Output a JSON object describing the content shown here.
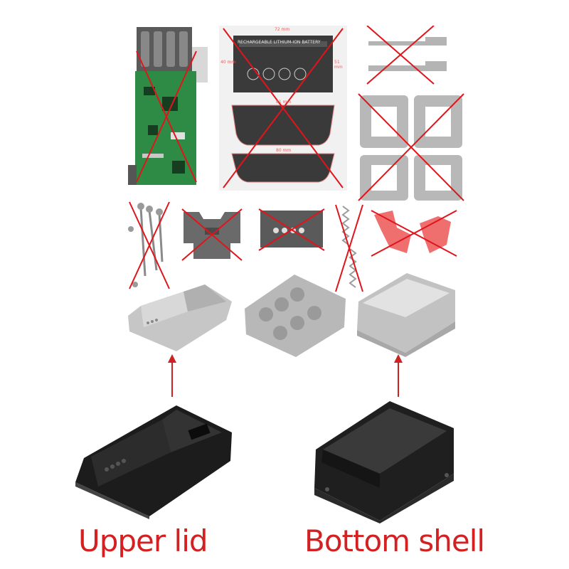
{
  "labels": {
    "upper_lid": "Upper lid",
    "bottom_shell": "Bottom shell"
  },
  "colors": {
    "label": "#d42020",
    "cross": "#e0151b",
    "arrow": "#cc2222",
    "pcb": "#2e8b45",
    "lid_black": "#1c1c1c",
    "faded_part": "#b5b5b5",
    "connector_red": "#ef6f6f"
  },
  "sticker": {
    "heading": "RECHARGEABLE LITHIUM-ION BATTERY",
    "dim_top": "72 mm",
    "dim_left": "40 mm",
    "dim_right": "51 mm",
    "dim_mid": "81 mm",
    "dim_bottom": "80 mm"
  },
  "icons": [
    "pcb-board-icon",
    "label-sticker-icon",
    "nickel-strip-icon",
    "screw-spring-icon",
    "connector-clip-icon"
  ]
}
